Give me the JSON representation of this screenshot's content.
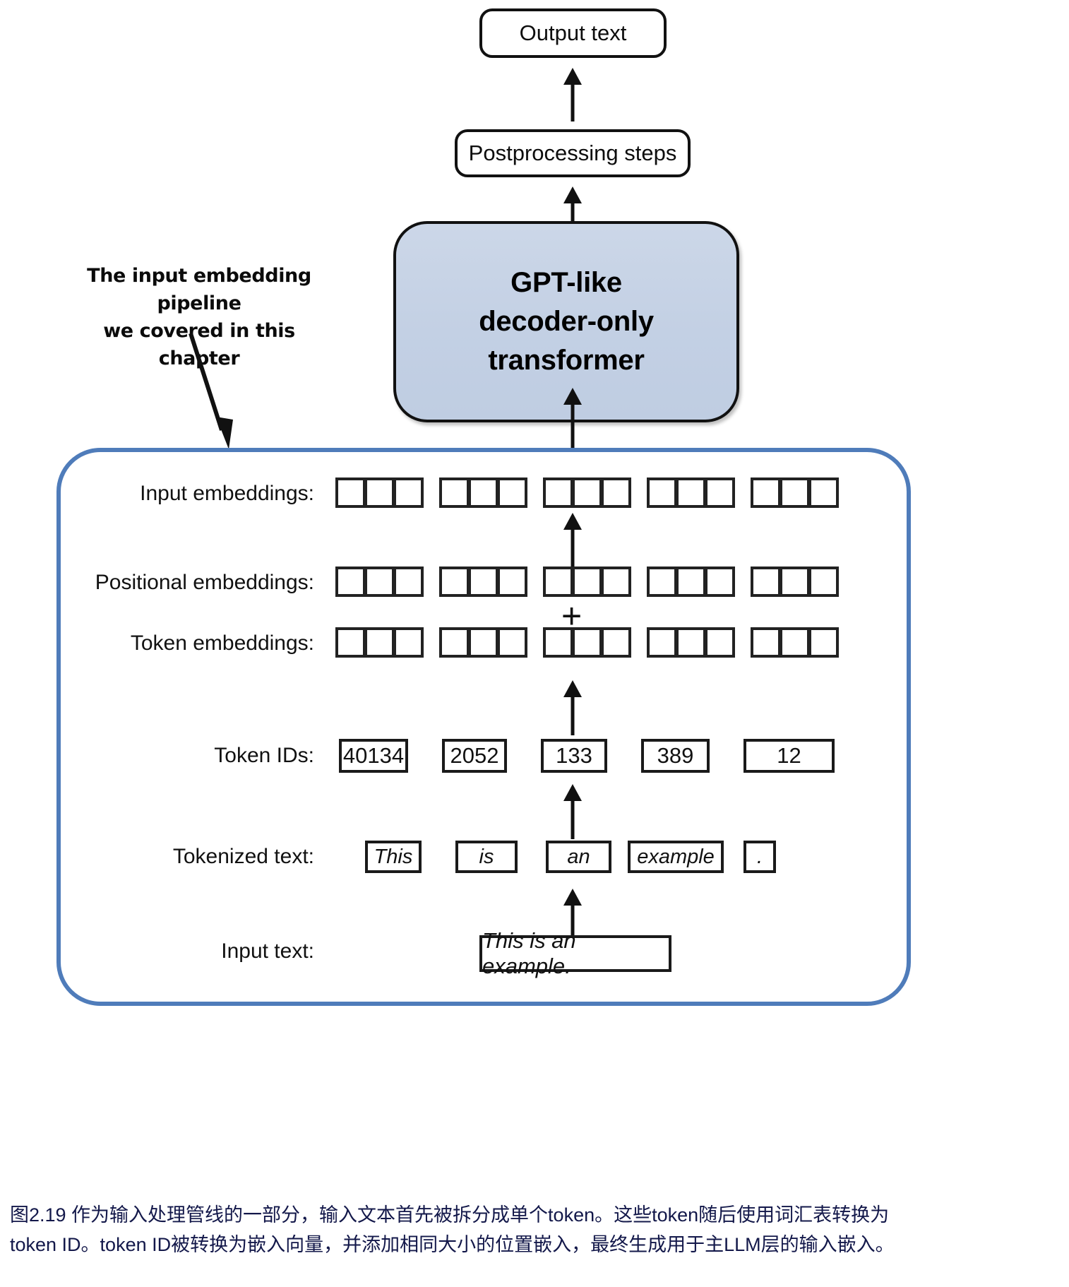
{
  "flow": {
    "output_text": "Output text",
    "postprocessing": "Postprocessing steps",
    "transformer_line1": "GPT-like",
    "transformer_line2": "decoder-only",
    "transformer_line3": "transformer"
  },
  "annotation": {
    "line1": "The input embedding pipeline",
    "line2": "we covered in this chapter"
  },
  "pipeline": {
    "labels": {
      "input_embeddings": "Input embeddings:",
      "positional_embeddings": "Positional embeddings:",
      "token_embeddings": "Token embeddings:",
      "token_ids": "Token IDs:",
      "tokenized_text": "Tokenized text:",
      "input_text": "Input text:"
    },
    "plus": "+",
    "cells_per_group": 3,
    "groups": 5,
    "token_ids": [
      "40134",
      "2052",
      "133",
      "389",
      "12"
    ],
    "tokens": [
      "This",
      "is",
      "an",
      "example",
      "."
    ],
    "input_text_value": "This is an example."
  },
  "colors": {
    "pipeline_border": "#4f7cba",
    "transformer_fill": "#c7d3e6",
    "caption_text": "#13184a",
    "stroke": "#111111"
  },
  "caption": {
    "line1": "图2.19 作为输入处理管线的一部分，输入文本首先被拆分成单个token。这些token随后使用词汇表转换为",
    "line2": "token ID。token ID被转换为嵌入向量，并添加相同大小的位置嵌入，最终生成用于主LLM层的输入嵌入。"
  }
}
